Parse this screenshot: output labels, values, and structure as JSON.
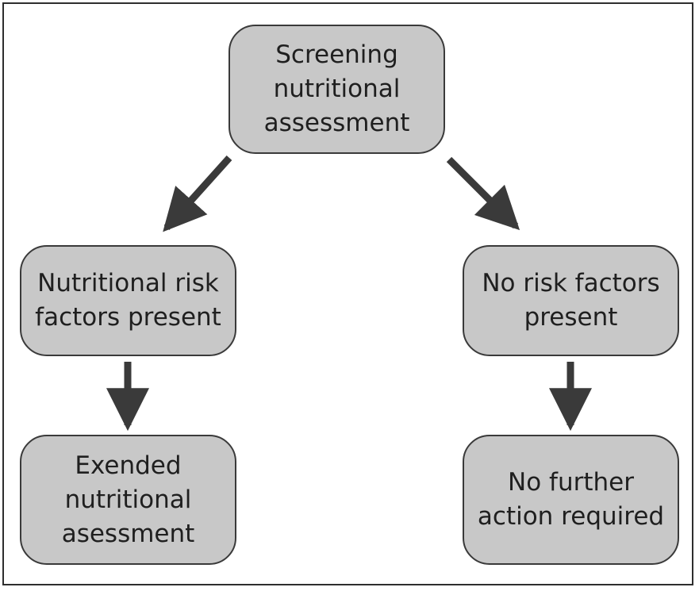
{
  "diagram": {
    "nodes": {
      "screening": "Screening\nnutritional\nassessment",
      "risk": "Nutritional risk\nfactors present",
      "norisk": "No risk factors\npresent",
      "extended": "Exended\nnutritional\nasessment",
      "nofurther": "No further\naction required"
    },
    "colors": {
      "node_fill": "#c8c8c8",
      "node_border": "#3a3a3a",
      "arrow": "#3a3a3a",
      "frame": "#2e2e2e"
    },
    "edges": [
      {
        "from": "screening",
        "to": "risk"
      },
      {
        "from": "screening",
        "to": "norisk"
      },
      {
        "from": "risk",
        "to": "extended"
      },
      {
        "from": "norisk",
        "to": "nofurther"
      }
    ]
  }
}
